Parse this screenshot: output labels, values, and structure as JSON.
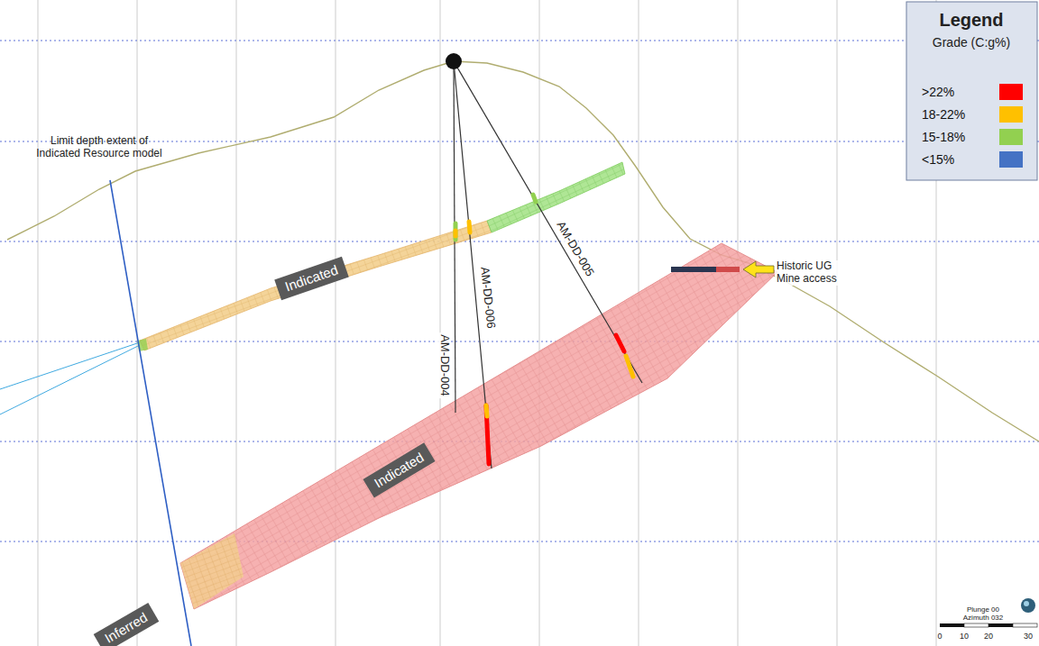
{
  "diagram": {
    "nodes": [
      {
        "text": [
          "Indicated"
        ]
      },
      {
        "text": [
          "Indicated"
        ]
      },
      {
        "text": [
          "Inferred"
        ]
      }
    ],
    "labels": [
      "Limit depth extent of Indicated Resource model",
      "AM-DD-006",
      "AM-DD-004",
      "AM-DD-005",
      "Historic UG Mine access",
      "Legend",
      "Grade (C:g%)",
      "Plunge 00",
      "Azimuth 032",
      "0",
      "10",
      "20",
      "30"
    ],
    "legend": [
      {
        "text": ">22%",
        "color": "#ff0000"
      },
      {
        "text": "18-22%",
        "color": "#ffc000"
      },
      {
        "text": "15-18%",
        "color": "#92d050"
      },
      {
        "text": "<15%",
        "color": "#4472c4"
      }
    ]
  }
}
